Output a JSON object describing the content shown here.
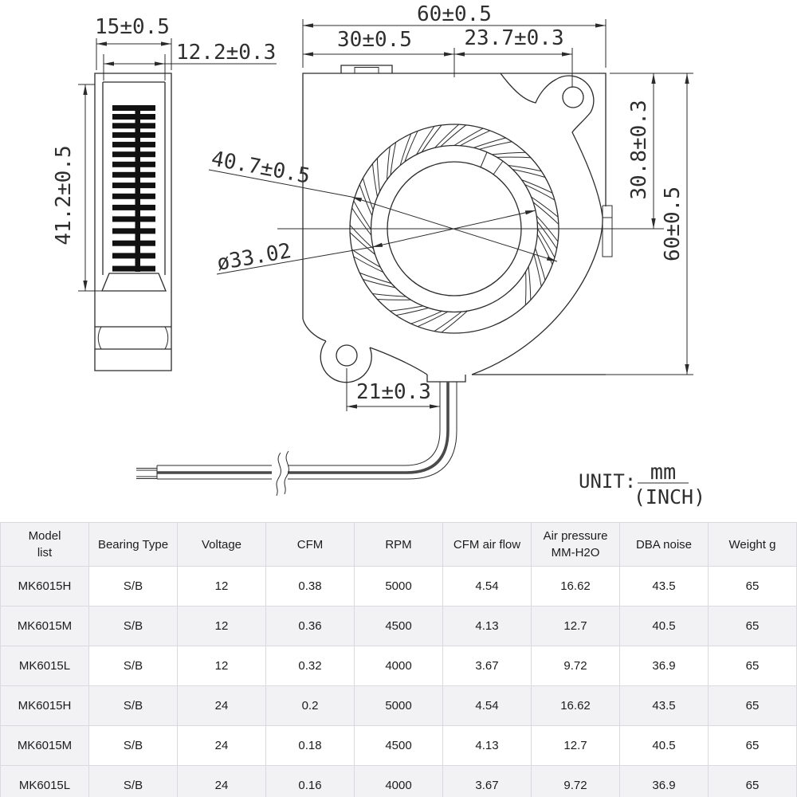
{
  "drawing": {
    "side_view": {
      "width_dim": "15±0.5",
      "vent_width_dim": "12.2±0.3",
      "height_dim": "41.2±0.5"
    },
    "front_view": {
      "overall_width_dim": "60±0.5",
      "center_offset_dim": "30±0.5",
      "hole_offset_dim": "23.7±0.3",
      "impeller_dia_dim": "40.7±0.5",
      "inlet_dia_dim": "ø33.02",
      "outlet_height_dim": "30.8±0.3",
      "overall_height_dim": "60±0.5",
      "wire_offset_dim": "21±0.3"
    },
    "unit": {
      "label": "UNIT:",
      "numerator": "mm",
      "denominator": "(INCH)"
    }
  },
  "table": {
    "headers": [
      {
        "line1": "Model",
        "line2": "list"
      },
      {
        "line1": "Bearing Type",
        "line2": ""
      },
      {
        "line1": "Voltage",
        "line2": ""
      },
      {
        "line1": "CFM",
        "line2": ""
      },
      {
        "line1": "RPM",
        "line2": ""
      },
      {
        "line1": "CFM air flow",
        "line2": ""
      },
      {
        "line1": "Air pressure",
        "line2": "MM-H2O"
      },
      {
        "line1": "DBA noise",
        "line2": ""
      },
      {
        "line1": "Weight g",
        "line2": ""
      }
    ],
    "rows": [
      [
        "MK6015H",
        "S/B",
        "12",
        "0.38",
        "5000",
        "4.54",
        "16.62",
        "43.5",
        "65"
      ],
      [
        "MK6015M",
        "S/B",
        "12",
        "0.36",
        "4500",
        "4.13",
        "12.7",
        "40.5",
        "65"
      ],
      [
        "MK6015L",
        "S/B",
        "12",
        "0.32",
        "4000",
        "3.67",
        "9.72",
        "36.9",
        "65"
      ],
      [
        "MK6015H",
        "S/B",
        "24",
        "0.2",
        "5000",
        "4.54",
        "16.62",
        "43.5",
        "65"
      ],
      [
        "MK6015M",
        "S/B",
        "24",
        "0.18",
        "4500",
        "4.13",
        "12.7",
        "40.5",
        "65"
      ],
      [
        "MK6015L",
        "S/B",
        "24",
        "0.16",
        "4000",
        "3.67",
        "9.72",
        "36.9",
        "65"
      ]
    ],
    "colors": {
      "header_bg": "#f2f2f5",
      "stripe_bg": "#f2f2f5",
      "border": "#d9d9de"
    }
  }
}
